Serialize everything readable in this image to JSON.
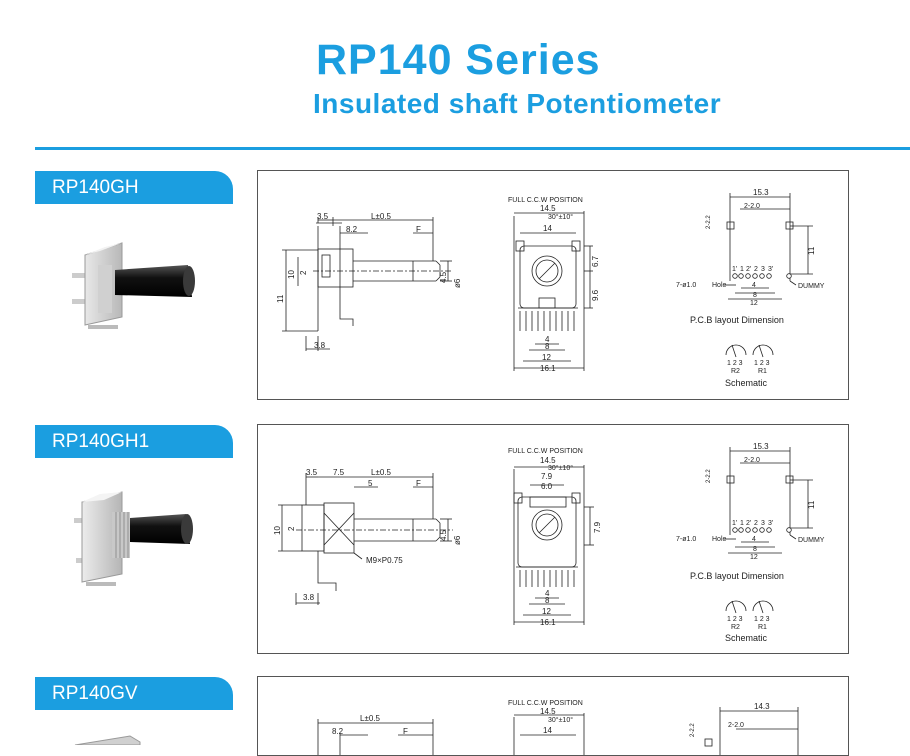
{
  "header": {
    "title": "RP140 Series",
    "subtitle": "Insulated shaft Potentiometer"
  },
  "accent_color": "#1b9ee0",
  "sections": [
    {
      "model": "RP140GH",
      "side": {
        "d1": "3.5",
        "d2": "L±0.5",
        "d3": "8.2",
        "d4": "F",
        "d5": "10",
        "d6": "2",
        "d7": "4.5",
        "d8": "ø6",
        "d9": "11",
        "d10": "3.8"
      },
      "front": {
        "full": "FULL C.C.W  POSITION",
        "a": "14.5",
        "b": "30°±10°",
        "c": "14",
        "d": "6.7",
        "e": "9.6",
        "f": "4",
        "g": "8",
        "h": "12",
        "i": "16.1"
      },
      "pcb": {
        "t1": "2-2.2",
        "t2": "15.3",
        "t3": "2-2.0",
        "t4": "11",
        "hole": "7-ø1.0",
        "holeword": "Hole",
        "p1": "1'",
        "p2": "1",
        "p3": "2'",
        "p4": "2",
        "p5": "3",
        "p6": "3'",
        "dummy": "DUMMY",
        "b4": "4",
        "b8": "8",
        "b12": "12",
        "layout": "P.C.B layout Dimension"
      },
      "schematic": {
        "pins1": "1 2 3",
        "pins2": "1 2 3",
        "r2": "R2",
        "r1": "R1",
        "label": "Schematic"
      }
    },
    {
      "model": "RP140GH1",
      "side": {
        "d1": "3.5",
        "d2": "7.5",
        "d3": "L±0.5",
        "d4": "5",
        "d5": "F",
        "d6": "10",
        "d7": "2",
        "d8": "4.5",
        "d9": "ø6",
        "d10": "M9×P0.75",
        "d11": "3.8"
      },
      "front": {
        "full": "FULL C.C.W  POSITION",
        "a": "14.5",
        "b": "30°±10°",
        "c": "7.9",
        "d": "6.0",
        "e": "7.9",
        "f": "4",
        "g": "8",
        "h": "12",
        "i": "16.1"
      },
      "pcb": {
        "t1": "2-2.2",
        "t2": "15.3",
        "t3": "2-2.0",
        "t4": "11",
        "hole": "7-ø1.0",
        "holeword": "Hole",
        "p1": "1'",
        "p2": "1",
        "p3": "2'",
        "p4": "2",
        "p5": "3",
        "p6": "3'",
        "dummy": "DUMMY",
        "b4": "4",
        "b8": "8",
        "b12": "12",
        "layout": "P.C.B layout Dimension"
      },
      "schematic": {
        "pins1": "1 2 3",
        "pins2": "1 2 3",
        "r2": "R2",
        "r1": "R1",
        "label": "Schematic"
      }
    },
    {
      "model": "RP140GV",
      "side": {
        "d1": "L±0.5",
        "d2": "8.2",
        "d3": "F"
      },
      "front": {
        "full": "FULL C.C.W  POSITION",
        "a": "14.5",
        "b": "30°±10°",
        "c": "14"
      },
      "pcb": {
        "t1": "2-2.2",
        "t2": "14.3",
        "t3": "2-2.0"
      }
    }
  ]
}
